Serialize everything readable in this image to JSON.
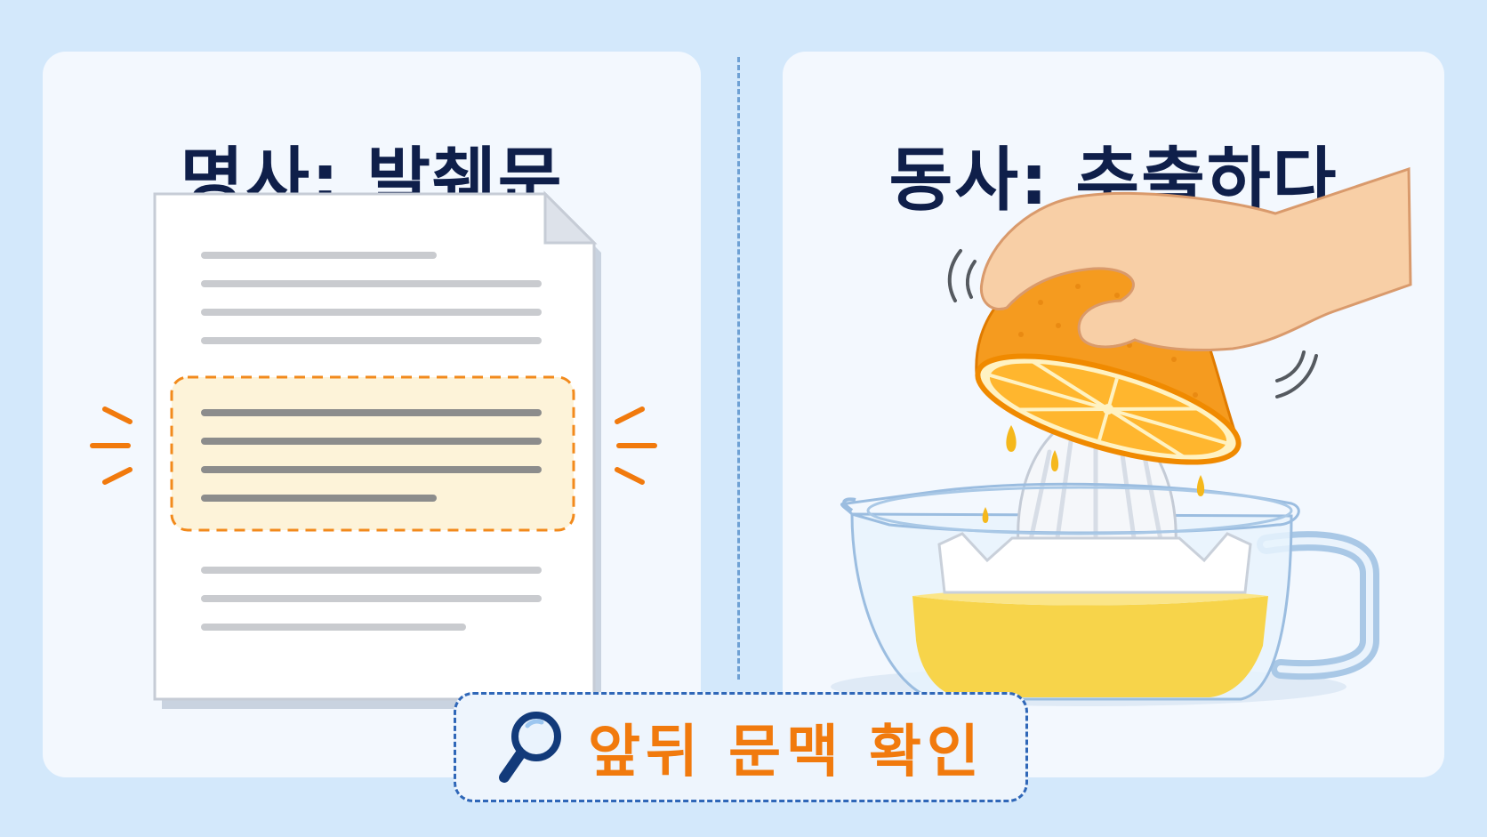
{
  "left_panel": {
    "title": "명사: 발췌문"
  },
  "right_panel": {
    "title": "동사: 추출하다"
  },
  "context_tip": {
    "label": "앞뒤 문맥 확인",
    "icon": "magnifier-icon"
  },
  "colors": {
    "background": "#d3e8fb",
    "panel": "#f3f8fe",
    "title": "#0f1f4a",
    "highlight_border": "#f28a1c",
    "highlight_fill": "#fdf3d9",
    "accent_orange": "#f17a0d",
    "tip_border": "#2f67b8",
    "juice": "#f7d44a"
  }
}
